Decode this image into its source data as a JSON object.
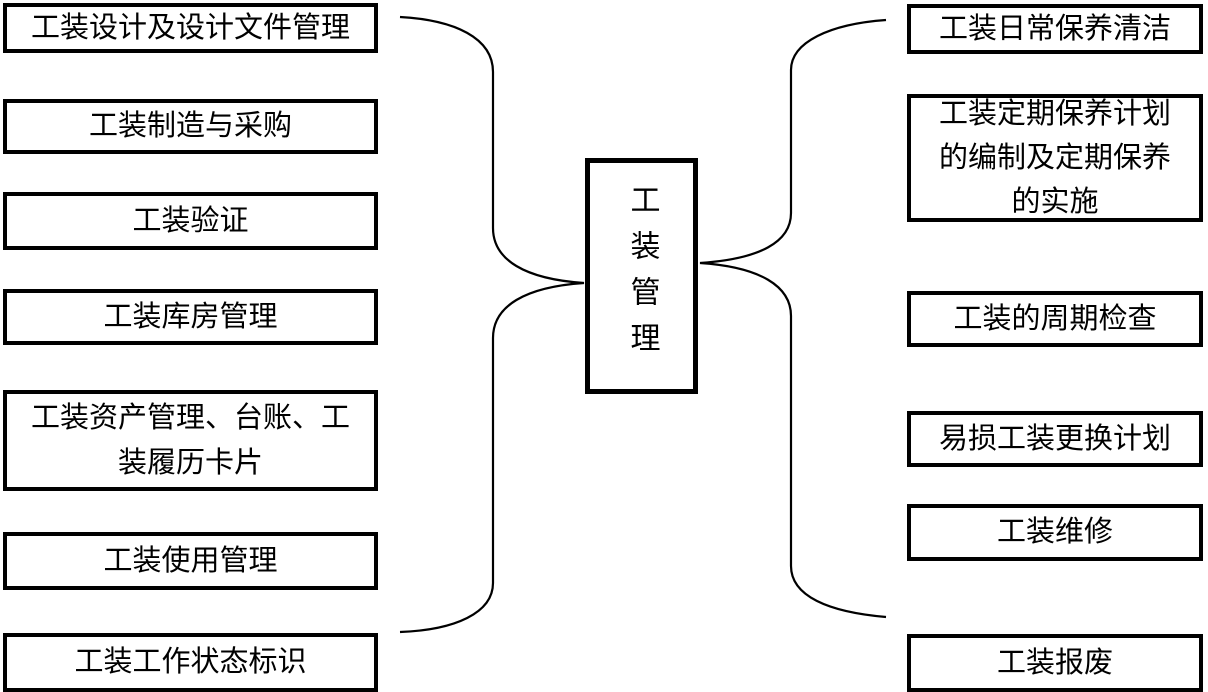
{
  "diagram": {
    "title": "工装管理",
    "left_boxes": [
      "工装设计及设计文件管理",
      "工装制造与采购",
      "工装验证",
      "工装库房管理",
      "工装资产管理、台账、工装履历卡片",
      "工装使用管理",
      "工装工作状态标识"
    ],
    "right_boxes": [
      "工装日常保养清洁",
      "工装定期保养计划的编制及定期保养的实施",
      "工装的周期检查",
      "易损工装更换计划",
      "工装维修",
      "工装报废"
    ],
    "colors": {
      "line": "#000000",
      "text": "#000000",
      "background": "#ffffff"
    }
  }
}
